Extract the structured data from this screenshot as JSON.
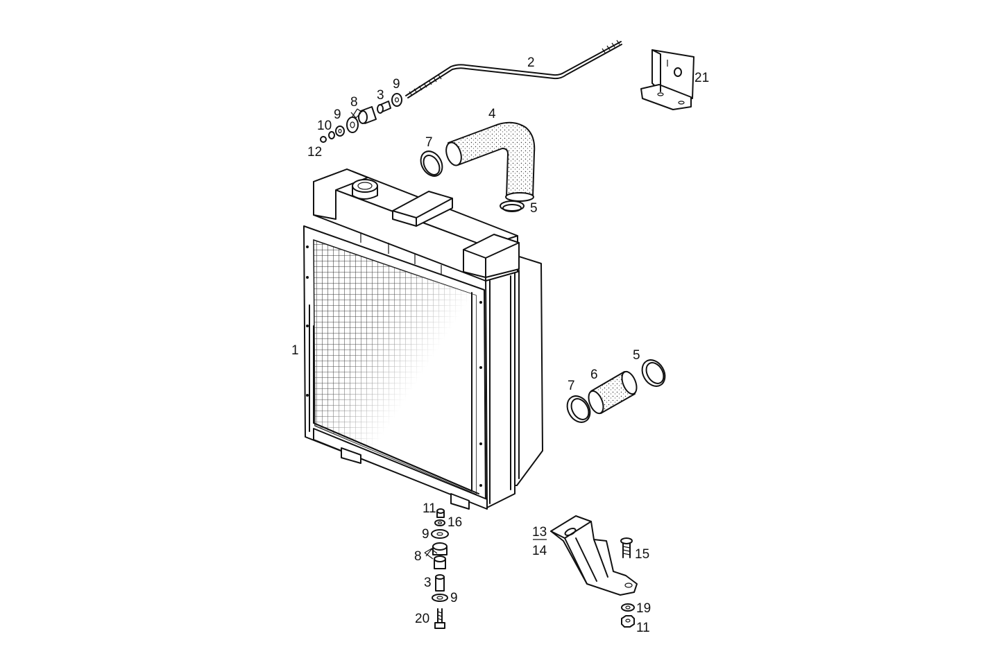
{
  "callouts": {
    "c1": "1",
    "c2": "2",
    "c3_top": "3",
    "c4": "4",
    "c5_top": "5",
    "c5_mid": "5",
    "c6": "6",
    "c7_top": "7",
    "c7_mid": "7",
    "c8_top": "8",
    "c9_top_a": "9",
    "c9_top_b": "9",
    "c10": "10",
    "c12": "12",
    "c21": "21",
    "c11_bot_a": "11",
    "c16": "16",
    "c9_bot_a": "9",
    "c8_bot": "8",
    "c3_bot": "3",
    "c9_bot_b": "9",
    "c20": "20",
    "c13": "13",
    "c14": "14",
    "c15": "15",
    "c19": "19",
    "c11_bot_b": "11"
  }
}
